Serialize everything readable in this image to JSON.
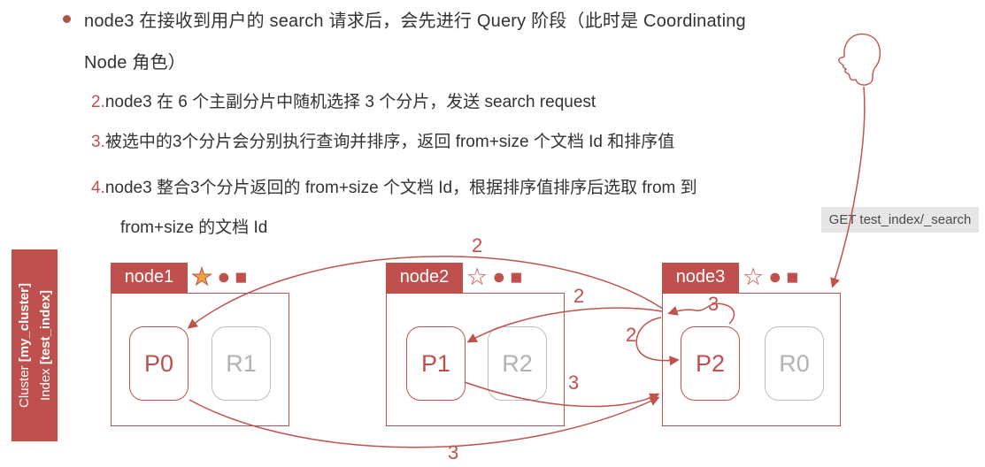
{
  "colors": {
    "accent": "#c0504d",
    "arrow": "#c0524b",
    "replica_gray": "#b2b2b2",
    "text": "#333333",
    "star_gold": "#e8a33d",
    "request_bg": "#e6e6e6"
  },
  "intro": {
    "line1": "node3 在接收到用户的 search 请求后，会先进行 Query 阶段（此时是 Coordinating",
    "line2": "Node 角色）"
  },
  "steps": [
    {
      "num": "2.",
      "text": "node3 在 6 个主副分片中随机选择 3 个分片，发送 search request"
    },
    {
      "num": "3.",
      "text": "被选中的3个分片会分别执行查询并排序，返回 from+size 个文档 Id 和排序值"
    },
    {
      "num": "4.",
      "text": "node3 整合3个分片返回的 from+size 个文档 Id，根据排序值排序后选取 from 到",
      "text2": "from+size 的文档 Id"
    }
  ],
  "sidebar": {
    "cluster_prefix": "Cluster ",
    "cluster_value": "[my_cluster]",
    "index_prefix": "Index ",
    "index_value": "[test_index]"
  },
  "request_label": "GET test_index/_search",
  "icons": {
    "star_filled": "★",
    "star_hollow": "☆",
    "circle": "●",
    "square": "■"
  },
  "nodes": [
    {
      "name": "node1",
      "primary": "P0",
      "replica": "R1"
    },
    {
      "name": "node2",
      "primary": "P1",
      "replica": "R2"
    },
    {
      "name": "node3",
      "primary": "P2",
      "replica": "R0"
    }
  ],
  "arrow_labels": {
    "query_to_p0": "2",
    "query_to_p1": "2",
    "query_to_p2": "2",
    "return_from_p2": "3",
    "return_from_p1": "3",
    "return_from_p0": "3"
  }
}
